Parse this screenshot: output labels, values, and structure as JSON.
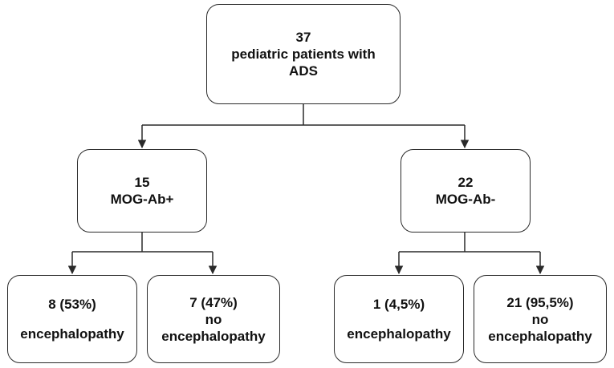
{
  "root": {
    "count": "37",
    "line1": "pediatric patients with",
    "line2": "ADS"
  },
  "groups": [
    {
      "count": "15",
      "label": "MOG-Ab+",
      "outcomes": [
        {
          "value": "8 (53%)",
          "line1": "encephalopathy"
        },
        {
          "value": "7 (47%)",
          "line1": "no",
          "line2": "encephalopathy"
        }
      ]
    },
    {
      "count": "22",
      "label": "MOG-Ab-",
      "outcomes": [
        {
          "value": "1 (4,5%)",
          "line1": "encephalopathy"
        },
        {
          "value": "21 (95,5%)",
          "line1": "no",
          "line2": "encephalopathy"
        }
      ]
    }
  ],
  "colors": {
    "line": "#2a2a2a",
    "text": "#111111",
    "background": "#ffffff"
  }
}
